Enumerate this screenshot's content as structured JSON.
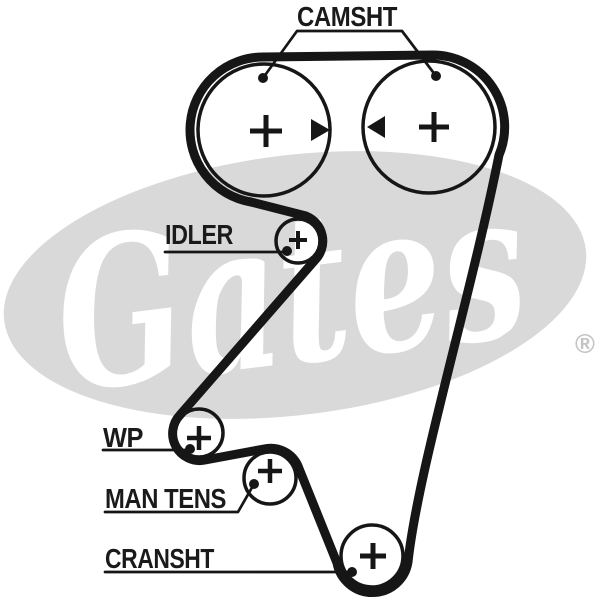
{
  "watermark": {
    "brand": "Gates",
    "registered": "®"
  },
  "diagram": {
    "labels": {
      "camshaft": "CAMSHT",
      "idler": "IDLER",
      "water_pump": "WP",
      "manual_tensioner": "MAN TENS",
      "crankshaft": "CRANSHT"
    },
    "pulleys": [
      {
        "id": "camshaft-left",
        "label": "CAMSHT",
        "center_mark": "plus",
        "timing_mark": "arrow-right"
      },
      {
        "id": "camshaft-right",
        "label": "CAMSHT",
        "center_mark": "plus",
        "timing_mark": "arrow-left"
      },
      {
        "id": "idler",
        "label": "IDLER",
        "center_mark": "plus"
      },
      {
        "id": "water-pump",
        "label": "WP",
        "center_mark": "plus"
      },
      {
        "id": "manual-tensioner",
        "label": "MAN TENS",
        "center_mark": "plus"
      },
      {
        "id": "crankshaft",
        "label": "CRANSHT",
        "center_mark": "plus"
      }
    ]
  },
  "colors": {
    "line": "#161616",
    "background": "#ffffff",
    "watermark_fill": "#d9d9d9",
    "watermark_script": "#ffffff",
    "watermark_mark": "#c3c3c3"
  }
}
